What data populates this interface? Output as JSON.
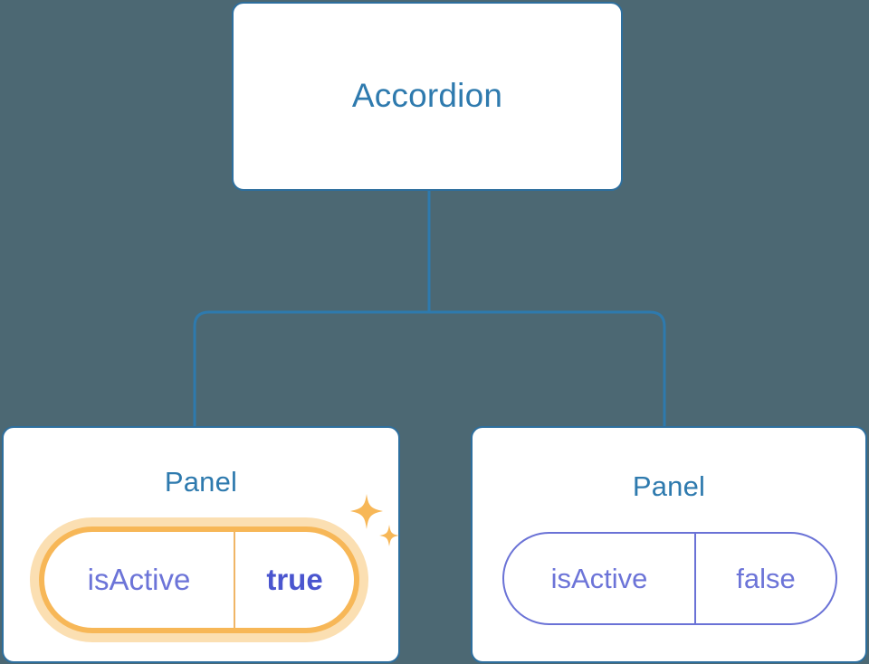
{
  "diagram": {
    "type": "component-tree",
    "background_color": "#4c6873",
    "accent_node_color": "#2e7aae",
    "highlight_color": "#f7b757",
    "prop_text_color": "#6c74d8"
  },
  "nodes": {
    "root": {
      "label": "Accordion",
      "icon": "component-node"
    },
    "children": [
      {
        "label": "Panel",
        "highlighted": true,
        "sparkle_icon": "sparkles-icon",
        "prop": {
          "key": "isActive",
          "value": "true"
        }
      },
      {
        "label": "Panel",
        "highlighted": false,
        "prop": {
          "key": "isActive",
          "value": "false"
        }
      }
    ]
  }
}
